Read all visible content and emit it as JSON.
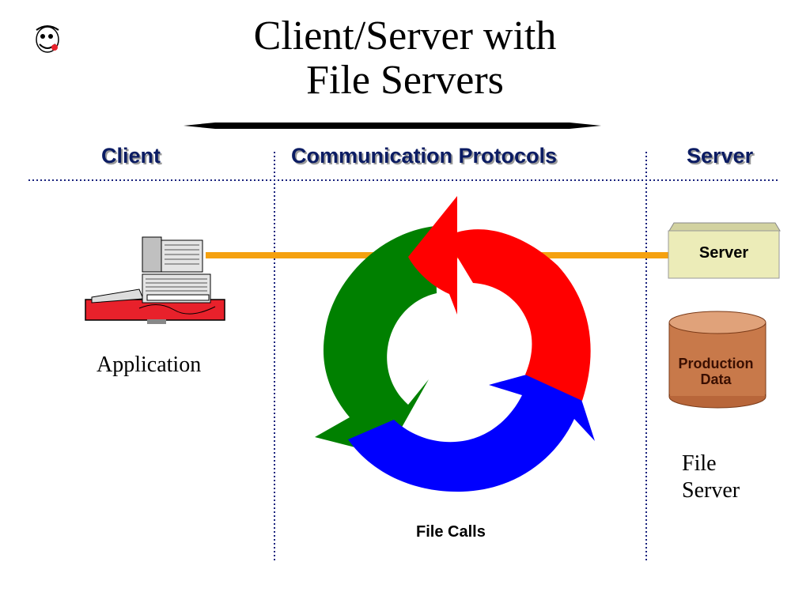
{
  "title": {
    "line1": "Client/Server with",
    "line2": "File Servers"
  },
  "columns": {
    "client": "Client",
    "protocols": "Communication Protocols",
    "server": "Server"
  },
  "labels": {
    "application": "Application",
    "server_box": "Server",
    "db_line1": "Production",
    "db_line2": "Data",
    "file_server_line1": "File",
    "file_server_line2": "Server",
    "file_calls": "File Calls"
  },
  "colors": {
    "heading": "#0b1c63",
    "connector": "#f5a10f",
    "arrow_red": "#ff0000",
    "arrow_green": "#008000",
    "arrow_blue": "#0000ff",
    "server_box": "#ececb8",
    "database": "#c8794a",
    "computer_base": "#e8212b"
  },
  "icons": {
    "corner": "mascot-icon",
    "client": "computer-icon",
    "server": "server-box-icon",
    "database": "database-cylinder-icon",
    "cycle": "circular-arrows-icon"
  }
}
